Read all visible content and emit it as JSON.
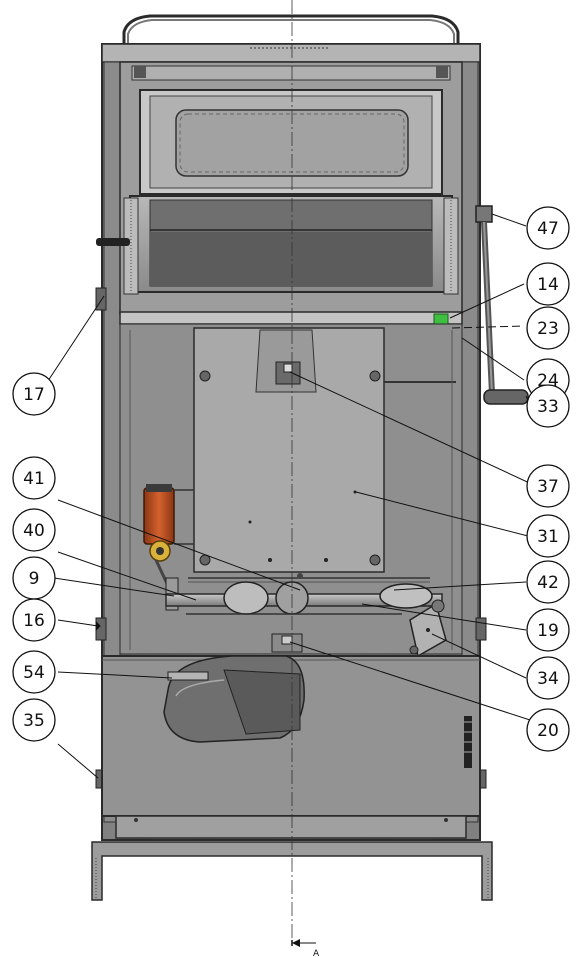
{
  "callouts": [
    {
      "id": "47",
      "label": "47"
    },
    {
      "id": "14",
      "label": "14"
    },
    {
      "id": "23",
      "label": "23"
    },
    {
      "id": "24",
      "label": "24"
    },
    {
      "id": "17",
      "label": "17"
    },
    {
      "id": "33",
      "label": "33"
    },
    {
      "id": "37",
      "label": "37"
    },
    {
      "id": "41",
      "label": "41"
    },
    {
      "id": "31",
      "label": "31"
    },
    {
      "id": "40",
      "label": "40"
    },
    {
      "id": "9",
      "label": "9"
    },
    {
      "id": "42",
      "label": "42"
    },
    {
      "id": "16",
      "label": "16"
    },
    {
      "id": "19",
      "label": "19"
    },
    {
      "id": "34",
      "label": "34"
    },
    {
      "id": "54",
      "label": "54"
    },
    {
      "id": "20",
      "label": "20"
    },
    {
      "id": "35",
      "label": "35"
    }
  ],
  "section_marker": {
    "label": "A"
  },
  "colors": {
    "body_fill": "#9a9a9a",
    "body_dark": "#6e6e6e",
    "panel_fill": "#a6a6a6",
    "glass_fill": "#8c8c8c",
    "line": "#2a2a2a",
    "motor_orange": "#c2562a",
    "motor_yellow": "#d8b23a",
    "button_green": "#3fbf3f",
    "bubble_fill": "#ffffff"
  }
}
